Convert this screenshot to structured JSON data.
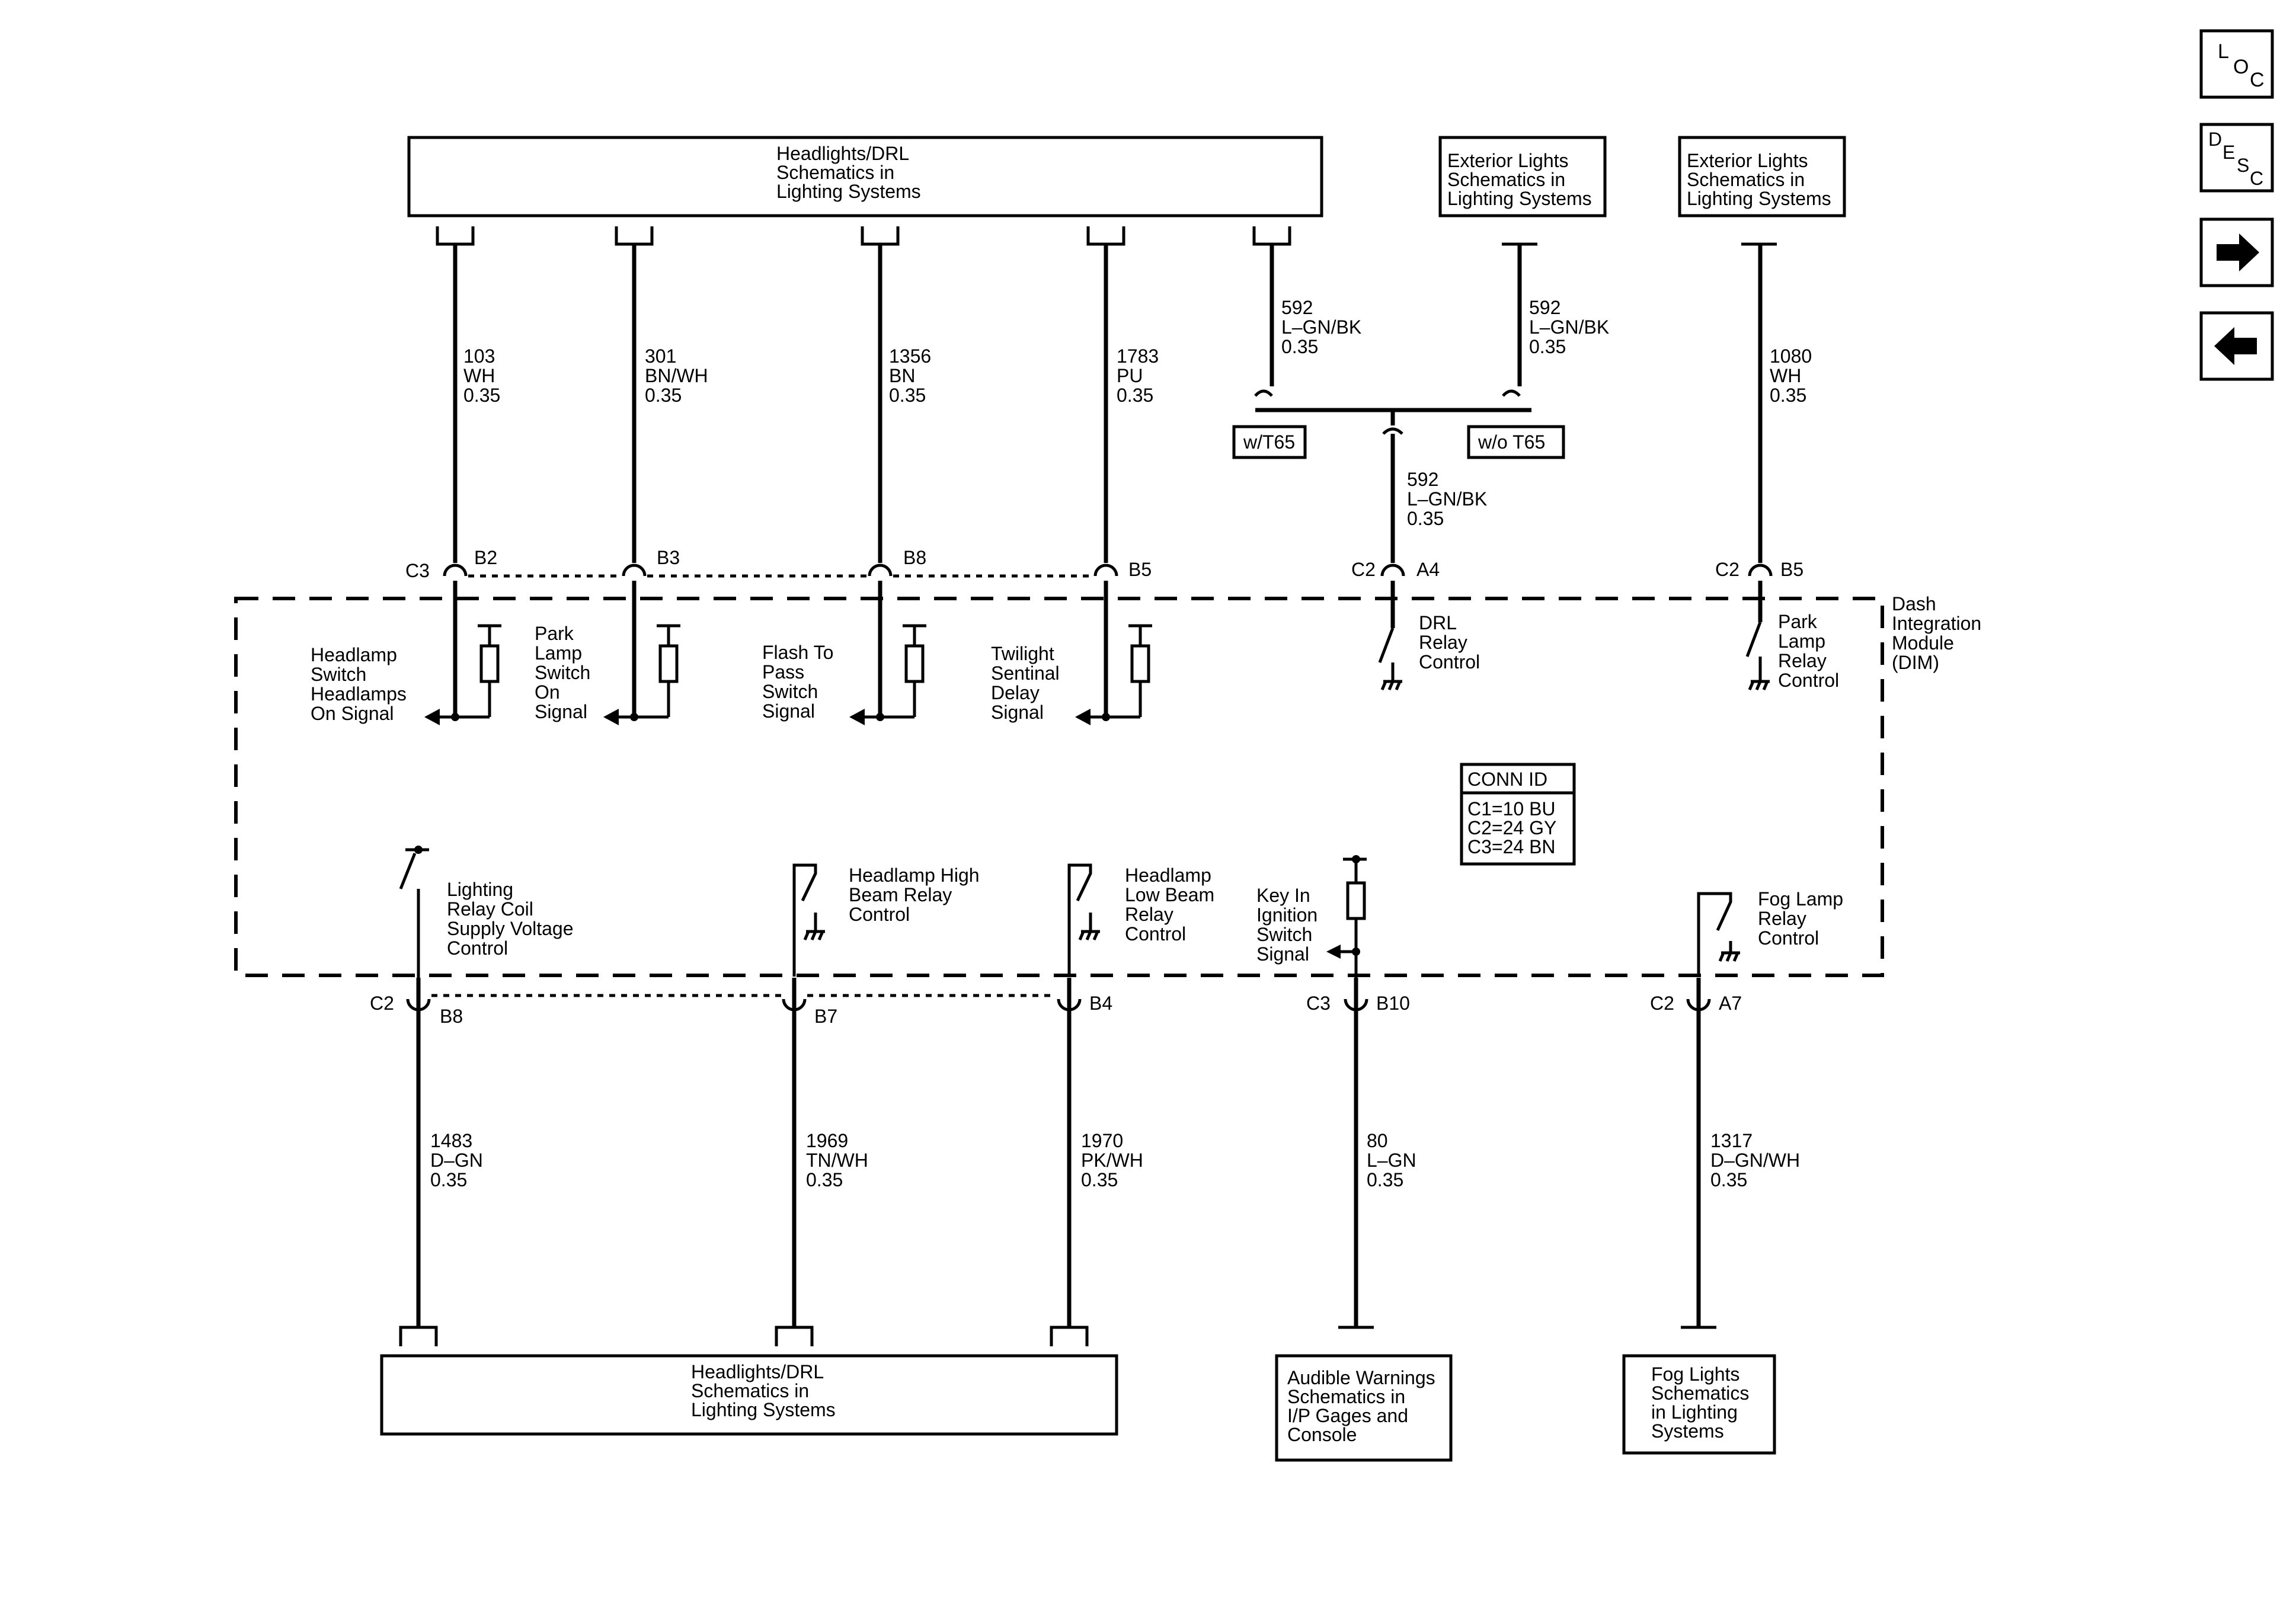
{
  "nav": {
    "loc": [
      "L",
      "O",
      "C"
    ],
    "desc": [
      "D",
      "E",
      "S",
      "C"
    ],
    "icons": [
      "arrow-right-icon",
      "arrow-left-icon"
    ]
  },
  "boxes": {
    "top_headlights": [
      "Headlights/DRL",
      "Schematics in",
      "Lighting Systems"
    ],
    "top_ext1": [
      "Exterior Lights",
      "Schematics in",
      "Lighting Systems"
    ],
    "top_ext2": [
      "Exterior Lights",
      "Schematics in",
      "Lighting Systems"
    ],
    "bottom_headlights": [
      "Headlights/DRL",
      "Schematics in",
      "Lighting Systems"
    ],
    "audible": [
      "Audible Warnings",
      "Schematics in",
      "I/P Gages and",
      "Console"
    ],
    "fog": [
      "Fog Lights",
      "Schematics",
      "in Lighting",
      "Systems"
    ]
  },
  "options": {
    "with": "w/T65",
    "without": "w/o T65"
  },
  "module": [
    "Dash",
    "Integration",
    "Module",
    "(DIM)"
  ],
  "conn_id": {
    "title": "CONN ID",
    "lines": [
      "C1=10 BU",
      "C2=24 GY",
      "C3=24 BN"
    ]
  },
  "wires": {
    "w103": [
      "103",
      "WH",
      "0.35"
    ],
    "w301": [
      "301",
      "BN/WH",
      "0.35"
    ],
    "w1356": [
      "1356",
      "BN",
      "0.35"
    ],
    "w1783": [
      "1783",
      "PU",
      "0.35"
    ],
    "w592a": [
      "592",
      "L–GN/BK",
      "0.35"
    ],
    "w592b": [
      "592",
      "L–GN/BK",
      "0.35"
    ],
    "w592c": [
      "592",
      "L–GN/BK",
      "0.35"
    ],
    "w1080": [
      "1080",
      "WH",
      "0.35"
    ],
    "w1483": [
      "1483",
      "D–GN",
      "0.35"
    ],
    "w1969": [
      "1969",
      "TN/WH",
      "0.35"
    ],
    "w1970": [
      "1970",
      "PK/WH",
      "0.35"
    ],
    "w80": [
      "80",
      "L–GN",
      "0.35"
    ],
    "w1317": [
      "1317",
      "D–GN/WH",
      "0.35"
    ]
  },
  "connectors": {
    "c3_top": "C3",
    "b2": "B2",
    "b3": "B3",
    "b8_top": "B8",
    "b5_top": "B5",
    "c2_a4": "C2",
    "a4": "A4",
    "c2_b5": "C2",
    "b5_right": "B5",
    "c2_bottom": "C2",
    "b8_bottom": "B8",
    "b7": "B7",
    "b4": "B4",
    "c3_b10": "C3",
    "b10": "B10",
    "c2_a7": "C2",
    "a7": "A7"
  },
  "signals": {
    "headlamp_switch": [
      "Headlamp",
      "Switch",
      "Headlamps",
      "On Signal"
    ],
    "park_lamp_switch": [
      "Park",
      "Lamp",
      "Switch",
      "On",
      "Signal"
    ],
    "flash_to_pass": [
      "Flash To",
      "Pass",
      "Switch",
      "Signal"
    ],
    "twilight": [
      "Twilight",
      "Sentinal",
      "Delay",
      "Signal"
    ],
    "drl_relay": [
      "DRL",
      "Relay",
      "Control"
    ],
    "park_lamp_relay": [
      "Park",
      "Lamp",
      "Relay",
      "Control"
    ],
    "lighting_relay": [
      "Lighting",
      "Relay Coil",
      "Supply Voltage",
      "Control"
    ],
    "high_beam": [
      "Headlamp High",
      "Beam Relay",
      "Control"
    ],
    "low_beam": [
      "Headlamp",
      "Low Beam",
      "Relay",
      "Control"
    ],
    "key_in": [
      "Key In",
      "Ignition",
      "Switch",
      "Signal"
    ],
    "fog_relay": [
      "Fog Lamp",
      "Relay",
      "Control"
    ]
  }
}
